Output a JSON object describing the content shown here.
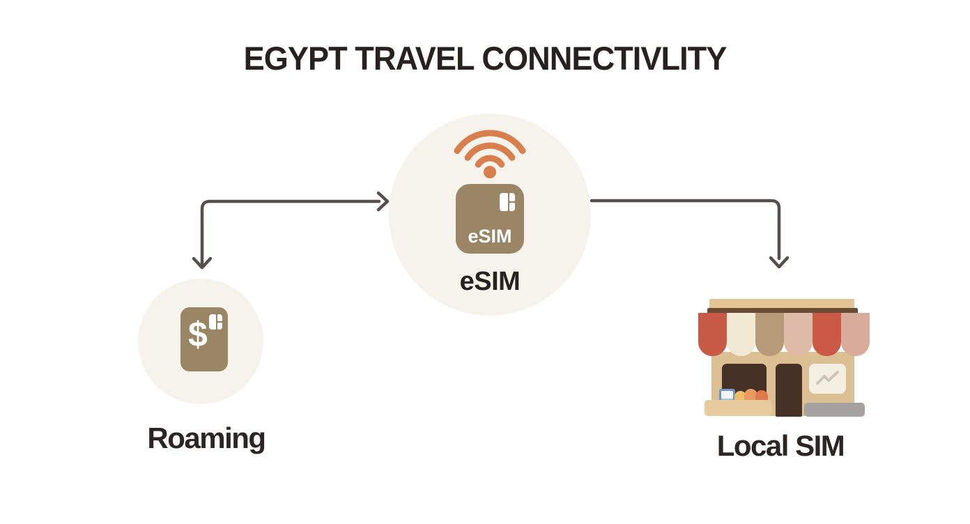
{
  "title": "EGYPT TRAVEL CONNECTIVLITY",
  "nodes": {
    "esim": {
      "label": "eSIM",
      "chip_text": "eSIM",
      "icon": "wifi-esim-chip-icon"
    },
    "roaming": {
      "label": "Roaming",
      "card_symbol": "$",
      "icon": "dollar-sim-card-icon"
    },
    "local_sim": {
      "label": "Local SIM",
      "icon": "storefront-icon"
    }
  },
  "connections": [
    {
      "from": "eSIM",
      "to": "Roaming",
      "style": "elbow",
      "arrowheads": [
        "into-eSIM",
        "into-Roaming"
      ]
    },
    {
      "from": "eSIM",
      "to": "Local SIM",
      "style": "elbow",
      "arrowheads": [
        "into-Local SIM"
      ]
    }
  ],
  "colors": {
    "background": "#ffffff",
    "text": "#272220",
    "node_circle_bg": "#f6f2ec",
    "sim_card_tan": "#9a8565",
    "wifi_orange": "#d97f4e",
    "arrow_gray": "#55504b",
    "storefront": {
      "roof": "#e3c595",
      "beam": "#6b4a34",
      "awning": [
        "#c75a47",
        "#f1e9d4",
        "#b79b78",
        "#debaa9",
        "#ca5a46",
        "#d9ab99"
      ],
      "body": "#dcbf93",
      "window_door": "#453126",
      "counter": "#e7cb9e",
      "sign": "#f4efe3",
      "sign_line": "#ccc4b6",
      "mat": "#a5a2a0",
      "crate_blue": "#6f95c0",
      "fruits": [
        "#eebd68",
        "#e99a62",
        "#e07a4e"
      ]
    }
  }
}
